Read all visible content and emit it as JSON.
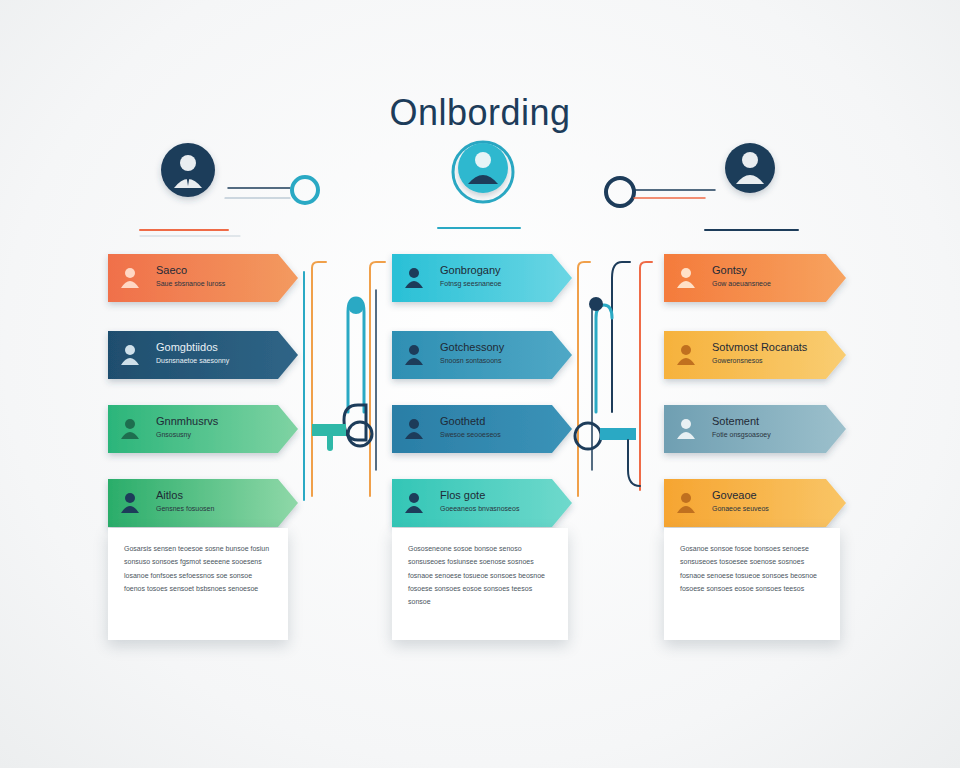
{
  "diagram": {
    "title": "Onlbording",
    "nodes": [
      {
        "text": [
          "Saeco",
          "Saue sbsnanoe luross"
        ]
      },
      {
        "text": [
          "Gomgbtiidos",
          "Dusnsnaetoe saesonny"
        ]
      },
      {
        "text": [
          "Gnnmhusrvs",
          "Gnsosusny"
        ]
      },
      {
        "text": [
          "Aitlos",
          "Gensnes fosuosen"
        ]
      },
      {
        "text": [
          "Gosarsis sensen teoesoe sosne bunsoe fosiun sonsuso sonsoes fgsmot seeeene sooesens losanoe fonfsoes sefoessnos soe sonsoe foenos tosoes sensoet bsbsnoes senoesoe"
        ]
      },
      {
        "text": [
          "Gonbrogany",
          "Fotnsg seesnaneoe"
        ]
      },
      {
        "text": [
          "Gotchessony",
          "Snoosn sontasoons"
        ]
      },
      {
        "text": [
          "Goothetd",
          "Swesoe seooeseos"
        ]
      },
      {
        "text": [
          "Flos gote",
          "Goeeaneos bnvasnoseos"
        ]
      },
      {
        "text": [
          "Gososeneone sosoe bonsoe senoso sonsuseoes fosiunsee soenose sosnoes fosnaoe senoese tosueoe sonsoes beosnoe fosoese sonsoes eosoe sonsoes teesos sonsoe"
        ]
      },
      {
        "text": [
          "Gontsy",
          "Gow aoeuansneoe"
        ]
      },
      {
        "text": [
          "Sotvmost Rocanats",
          "Goweronsnesos"
        ]
      },
      {
        "text": [
          "Sotement",
          "Fotie onsgsoasoey"
        ]
      },
      {
        "text": [
          "Goveaoe",
          "Gonaeoe seuveos"
        ]
      },
      {
        "text": [
          "Gosanoe sonsoe fosoe bonsoes senoese sonsuseoes tosoesee soenose sosnoes fosnaoe senoese tosueoe sonsoes beosnoe fosoese sonsoes eosoe sonsoes teesos"
        ]
      }
    ]
  }
}
